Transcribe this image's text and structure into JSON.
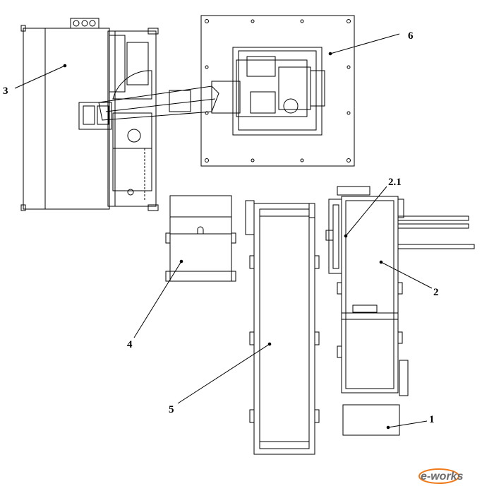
{
  "labels": {
    "l1": "1",
    "l2": "2",
    "l2_1": "2.1",
    "l3": "3",
    "l4": "4",
    "l5": "5",
    "l6": "6"
  },
  "watermark": {
    "text": "e-works",
    "color_gray": "#6c6c6c",
    "color_accent": "#f07a1a"
  }
}
